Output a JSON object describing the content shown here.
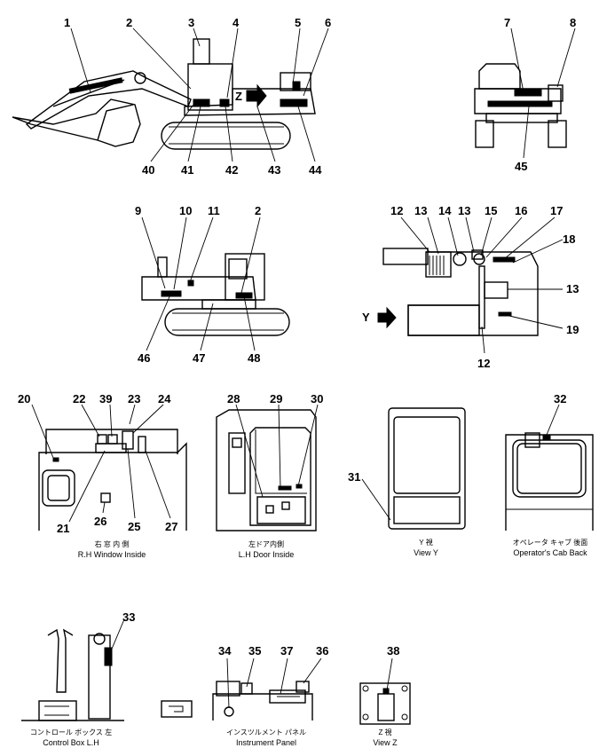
{
  "callouts": {
    "n1": "1",
    "n2": "2",
    "n3": "3",
    "n4": "4",
    "n5": "5",
    "n6": "6",
    "n7": "7",
    "n8": "8",
    "n9": "9",
    "n10": "10",
    "n11": "11",
    "n2b": "2",
    "n12": "12",
    "n13": "13",
    "n14": "14",
    "n13b": "13",
    "n15": "15",
    "n16": "16",
    "n17": "17",
    "n18": "18",
    "n13c": "13",
    "n19": "19",
    "n12b": "12",
    "n20": "20",
    "n21": "21",
    "n22": "22",
    "n23": "23",
    "n24": "24",
    "n25": "25",
    "n26": "26",
    "n27": "27",
    "n28": "28",
    "n29": "29",
    "n30": "30",
    "n31": "31",
    "n32": "32",
    "n33": "33",
    "n34": "34",
    "n35": "35",
    "n36": "36",
    "n37": "37",
    "n38": "38",
    "n39": "39",
    "n40": "40",
    "n41": "41",
    "n42": "42",
    "n43": "43",
    "n44": "44",
    "n45": "45",
    "n46": "46",
    "n47": "47",
    "n48": "48"
  },
  "view_markers": {
    "z": "Z",
    "y": "Y"
  },
  "captions": {
    "rh_window_jp": "右 窓 内 側",
    "rh_window_en": "R.H Window Inside",
    "lh_door_jp": "左ドア内側",
    "lh_door_en": "L.H Door Inside",
    "view_y_jp": "Y 視",
    "view_y_en": "View Y",
    "cab_back_jp": "オペレータ キャブ 後面",
    "cab_back_en": "Operator's Cab Back",
    "control_box_jp": "コントロール ボックス 左",
    "control_box_en": "Control Box L.H",
    "instrument_jp": "インスツルメント パネル",
    "instrument_en": "Instrument Panel",
    "view_z_jp": "Z 視",
    "view_z_en": "View Z"
  }
}
